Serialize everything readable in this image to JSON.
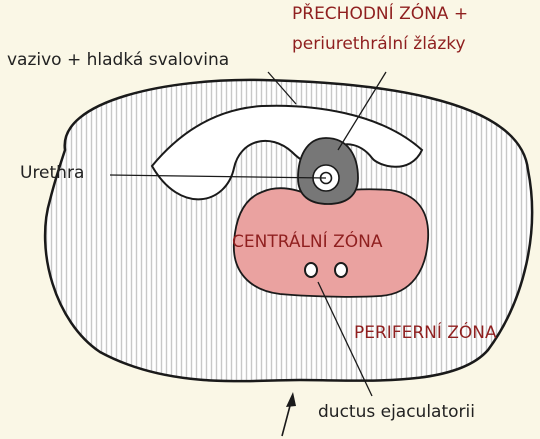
{
  "labels": {
    "transition_zone_line1": "PŘECHODNÍ ZÓNA +",
    "transition_zone_line2": "periurethrální žlázky",
    "stroma": "vazivo + hladká svalovina",
    "urethra": "Urethra",
    "central_zone": "CENTRÁLNÍ ZÓNA",
    "peripheral_zone": "PERIFERNÍ ZÓNA",
    "ejaculatory_ducts": "ductus ejaculatorii"
  },
  "colors": {
    "background": "#faf7e6",
    "outline": "#1a1a1a",
    "peripheral_hatch": "#c8c8c8",
    "transition_gray": "#777777",
    "central_pink": "#eaa2a0",
    "label_red": "#8f1f1f",
    "label_dark": "#222222"
  },
  "icons": {
    "posterior_arrow": "arrow-up-icon"
  }
}
